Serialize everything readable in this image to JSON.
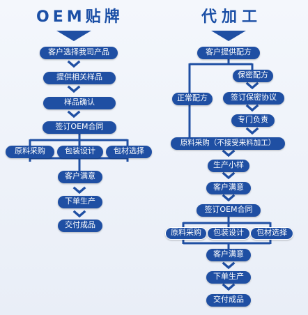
{
  "colors": {
    "primary": "#1f4fa3",
    "heading": "#1b4fa6",
    "background": "#eef2f9"
  },
  "left": {
    "title": "OEM贴牌",
    "steps": [
      "客户选择我司产品",
      "提供相关样品",
      "样品确认",
      "签订OEM合同"
    ],
    "branches": [
      "原料采购",
      "包装设计",
      "包材选择"
    ],
    "tail": [
      "客户满意",
      "下单生产",
      "交付成品"
    ]
  },
  "right": {
    "title": "代加工",
    "start": "客户提供配方",
    "confidential": [
      "保密配方",
      "签订保密协议",
      "专门负责"
    ],
    "regular": "正常配方",
    "steps": [
      "原料采购（不接受来料加工）",
      "生产小样",
      "客户满意",
      "签订OEM合同"
    ],
    "branches": [
      "原料采购",
      "包装设计",
      "包材选择"
    ],
    "tail": [
      "客户满意",
      "下单生产",
      "交付成品"
    ]
  }
}
